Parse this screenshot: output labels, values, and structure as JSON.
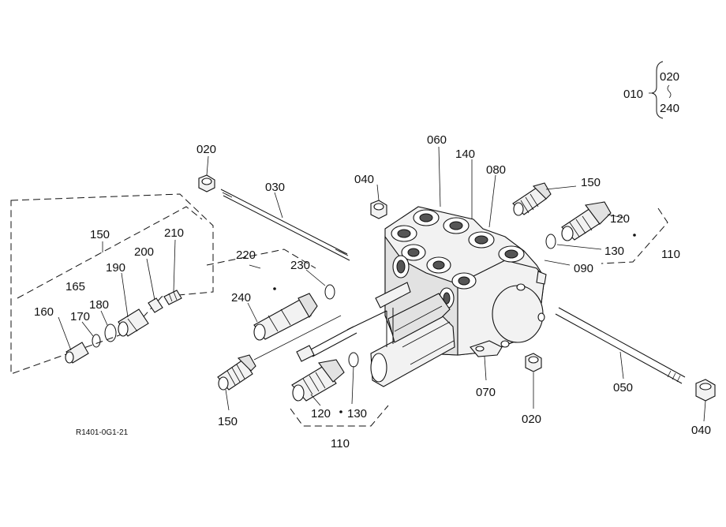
{
  "figure": {
    "drawing_code": "R1401-0G1-21"
  },
  "callouts": {
    "c010": "010",
    "c020_range": "020",
    "c240_range": "240",
    "c020_top": "020",
    "c030": "030",
    "c040_top": "040",
    "c060": "060",
    "c140": "140",
    "c080": "080",
    "c150_right": "150",
    "c120_right": "120",
    "c130_right": "130",
    "c110_right": "110",
    "c090": "090",
    "c150_left": "150",
    "c210": "210",
    "c200": "200",
    "c190": "190",
    "c165": "165",
    "c180": "180",
    "c160": "160",
    "c170": "170",
    "c220": "220",
    "c230": "230",
    "c240": "240",
    "c150_bottom": "150",
    "c120_bottom": "120",
    "c130_bottom": "130",
    "c110_bottom": "110",
    "c070": "070",
    "c020_bottom": "020",
    "c050": "050",
    "c040_bottom": "040"
  }
}
